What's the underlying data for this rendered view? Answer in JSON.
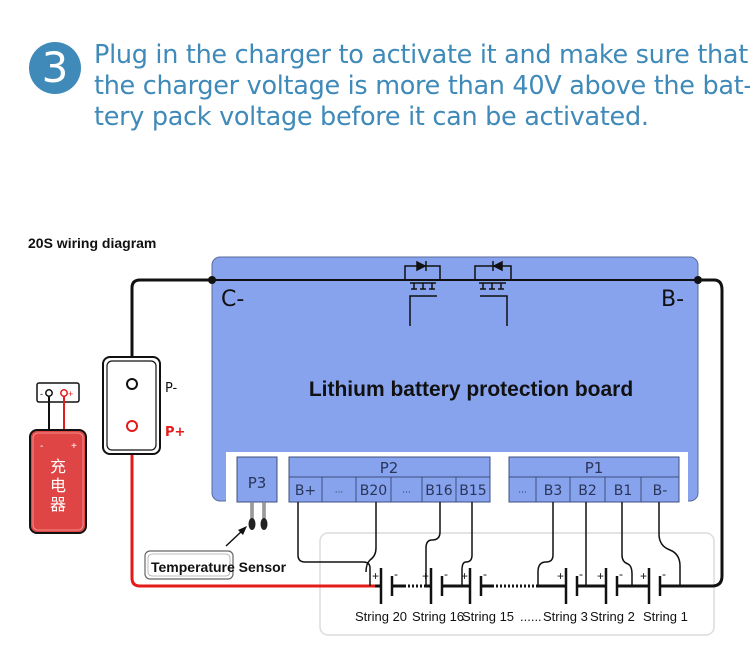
{
  "header": {
    "step_number": "3",
    "lines": [
      "Plug in the charger to activate it and make sure that",
      "the charger voltage is more than 40V above the bat-",
      "tery pack voltage before it can be activated."
    ]
  },
  "diagram": {
    "title": "20S wiring diagram",
    "board": {
      "title": "Lithium battery protection board",
      "c_minus": "C-",
      "b_minus": "B-",
      "p3_label": "P3",
      "p2_label": "P2",
      "p1_label": "P1",
      "p2_pins": [
        "B+",
        "···",
        "B20",
        "···",
        "B16",
        "B15"
      ],
      "p1_pins": [
        "···",
        "B3",
        "B2",
        "B1",
        "B-"
      ]
    },
    "port": {
      "p_minus": "P-",
      "p_plus": "P+"
    },
    "charger": {
      "label_chars": [
        "充",
        "电",
        "器"
      ],
      "minus": "-",
      "plus": "+",
      "plug_minus": "-",
      "plug_plus": "+"
    },
    "temperature_sensor": "Temperature Sensor",
    "cells": {
      "plus": "+",
      "minus": "-",
      "labels": [
        "String 20",
        "String 16",
        "String 15",
        "......",
        "String 3",
        "String 2",
        "String 1"
      ]
    },
    "colors": {
      "accent": "#3f8ab9",
      "board_fill": "#87a3ee",
      "positive_wire": "#e31b1b",
      "charger_fill": "#e04545"
    }
  }
}
